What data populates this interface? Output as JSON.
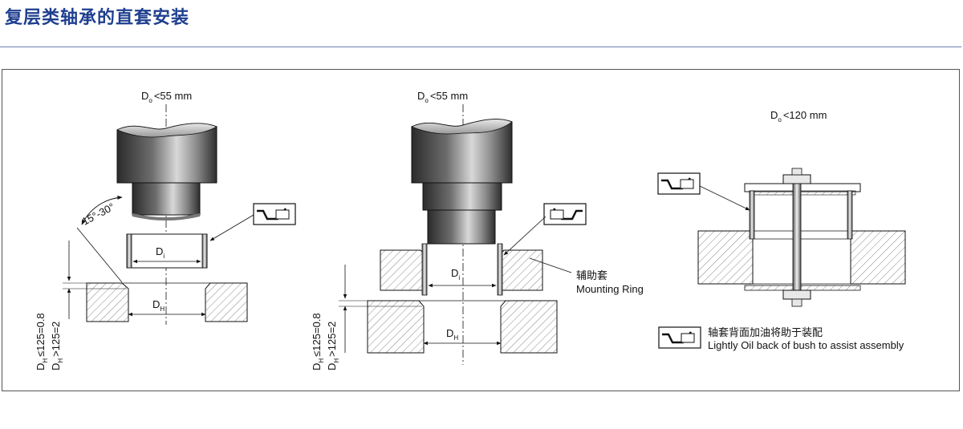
{
  "title": "复层类轴承的直套安装",
  "fig1": {
    "do_symbol": "D",
    "do_sub": "o",
    "do_text": "<55 mm",
    "angle": "15°-30°",
    "di_symbol": "D",
    "di_sub": "i",
    "dh_symbol": "D",
    "dh_sub": "H",
    "tol1_sym": "D",
    "tol1_sub": "H",
    "tol1_text": "≤125=0.8",
    "tol2_sym": "D",
    "tol2_sub": "H",
    "tol2_text": ">125=2"
  },
  "fig2": {
    "do_symbol": "D",
    "do_sub": "o",
    "do_text": "<55 mm",
    "di_symbol": "D",
    "di_sub": "i",
    "dh_symbol": "D",
    "dh_sub": "H",
    "ring_cn": "辅助套",
    "ring_en": "Mounting Ring",
    "tol1_sym": "D",
    "tol1_sub": "H",
    "tol1_text": "≤125=0.8",
    "tol2_sym": "D",
    "tol2_sub": "H",
    "tol2_text": ">125=2"
  },
  "fig3": {
    "do_symbol": "D",
    "do_sub": "o",
    "do_text": "<120 mm"
  },
  "legend": {
    "cn": "轴套背面加油将助于装配",
    "en": "Lightly Oil back of bush to assist assembly",
    "icon": "oil-can-icon"
  },
  "colors": {
    "title": "#1f3f8f",
    "rule": "#6d7fb0",
    "hatch": "#555555",
    "steel_dark": "#2a2a2a",
    "steel_light": "#cfcfcf"
  }
}
